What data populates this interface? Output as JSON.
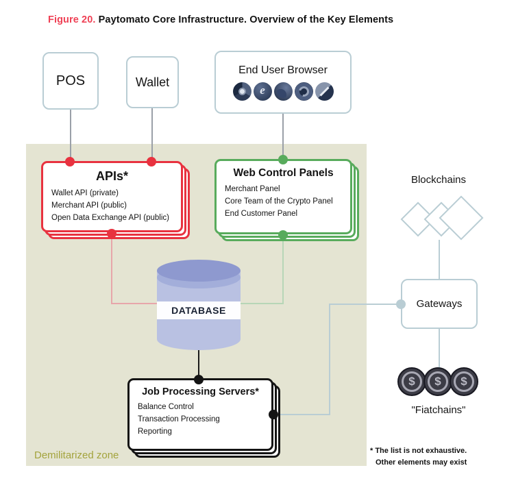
{
  "title": {
    "figure": "Figure 20.",
    "text": "Paytomato Core Infrastructure. Overview of the Key Elements"
  },
  "external": {
    "pos": "POS",
    "wallet": "Wallet",
    "browser": "End User Browser",
    "browser_icons": [
      "chrome-icon",
      "ie-icon",
      "firefox-icon",
      "safari-icon",
      "opera-icon"
    ]
  },
  "zone": {
    "label": "Demilitarized zone",
    "apis": {
      "title": "APIs*",
      "items": [
        "Wallet API (private)",
        "Merchant API (public)",
        "Open Data Exchange API (public)"
      ]
    },
    "panels": {
      "title": "Web Control Panels",
      "items": [
        "Merchant Panel",
        "Core Team of the Crypto Panel",
        "End Customer Panel"
      ]
    },
    "database": "DATABASE",
    "jobs": {
      "title": "Job Processing Servers*",
      "items": [
        "Balance Control",
        "Transaction Processing",
        "Reporting"
      ]
    }
  },
  "right": {
    "blockchains": "Blockchains",
    "gateways": "Gateways",
    "fiatchains": "\"Fiatchains\"",
    "coin_symbol": "$"
  },
  "footnote": {
    "line1": "* The list is not exhaustive.",
    "line2": "Other elements may exist"
  },
  "colors": {
    "accent_red": "#e8323f",
    "accent_green": "#58ab5c",
    "zone_bg": "#e4e4d2",
    "line_blue": "#b9cdd4",
    "line_pink": "#e7a6aa",
    "line_green": "#b7d6b7",
    "db_fill": "#b9c1e2",
    "db_top": "#8e99cf",
    "zone_label": "#a3a33c",
    "figure_red": "#ef4155"
  }
}
